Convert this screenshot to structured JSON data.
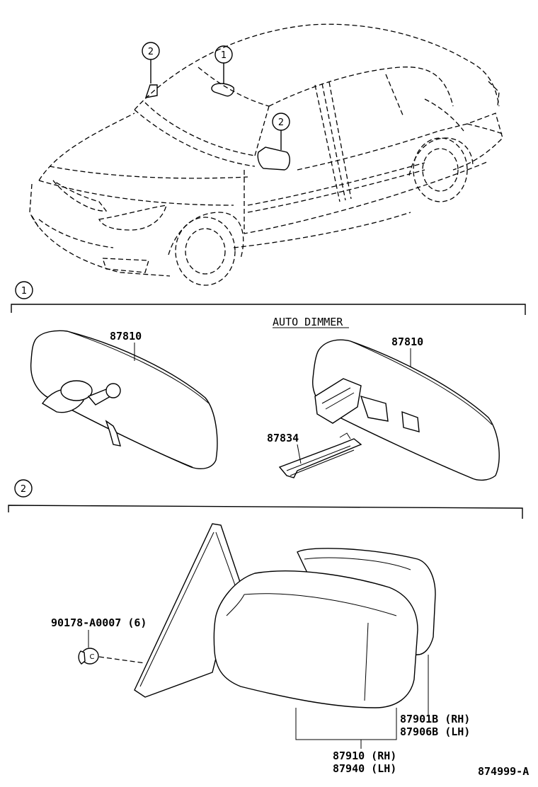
{
  "callouts": {
    "callout_1": "1",
    "callout_2": "2"
  },
  "section_1": {
    "marker": "1",
    "auto_dimmer_label": "AUTO DIMMER",
    "part_mirror_standard": "87810",
    "part_mirror_auto_dimmer": "87810",
    "part_cover": "87834"
  },
  "section_2": {
    "marker": "2",
    "part_clip": "90178-A0007 (6)",
    "part_cover_rh": "87901B (RH)",
    "part_cover_lh": "87906B (LH)",
    "part_mirror_rh": "87910 (RH)",
    "part_mirror_lh": "87940 (LH)"
  },
  "figure_id": "874999-A"
}
